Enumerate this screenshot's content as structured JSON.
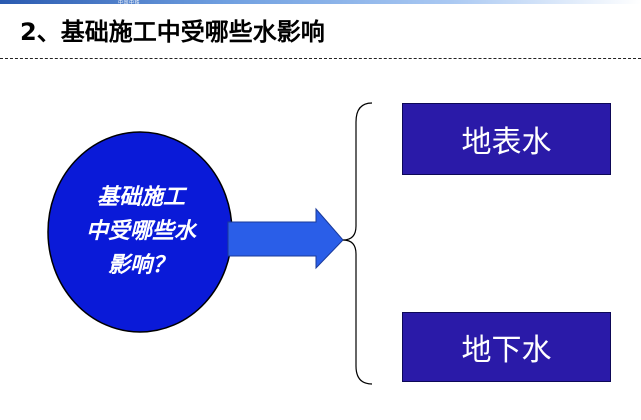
{
  "header": {
    "banner_text": "中国中铁",
    "title": "2、基础施工中受哪些水影响"
  },
  "diagram": {
    "question_lines": [
      "基础施工",
      "中受哪些水",
      "影响？"
    ],
    "answers": [
      "地表水",
      "地下水"
    ]
  },
  "colors": {
    "circle_fill": "#0a1ad8",
    "box_fill": "#2a1aa8",
    "arrow_fill": "#2a5ee8",
    "banner": "#2a5ab0"
  }
}
